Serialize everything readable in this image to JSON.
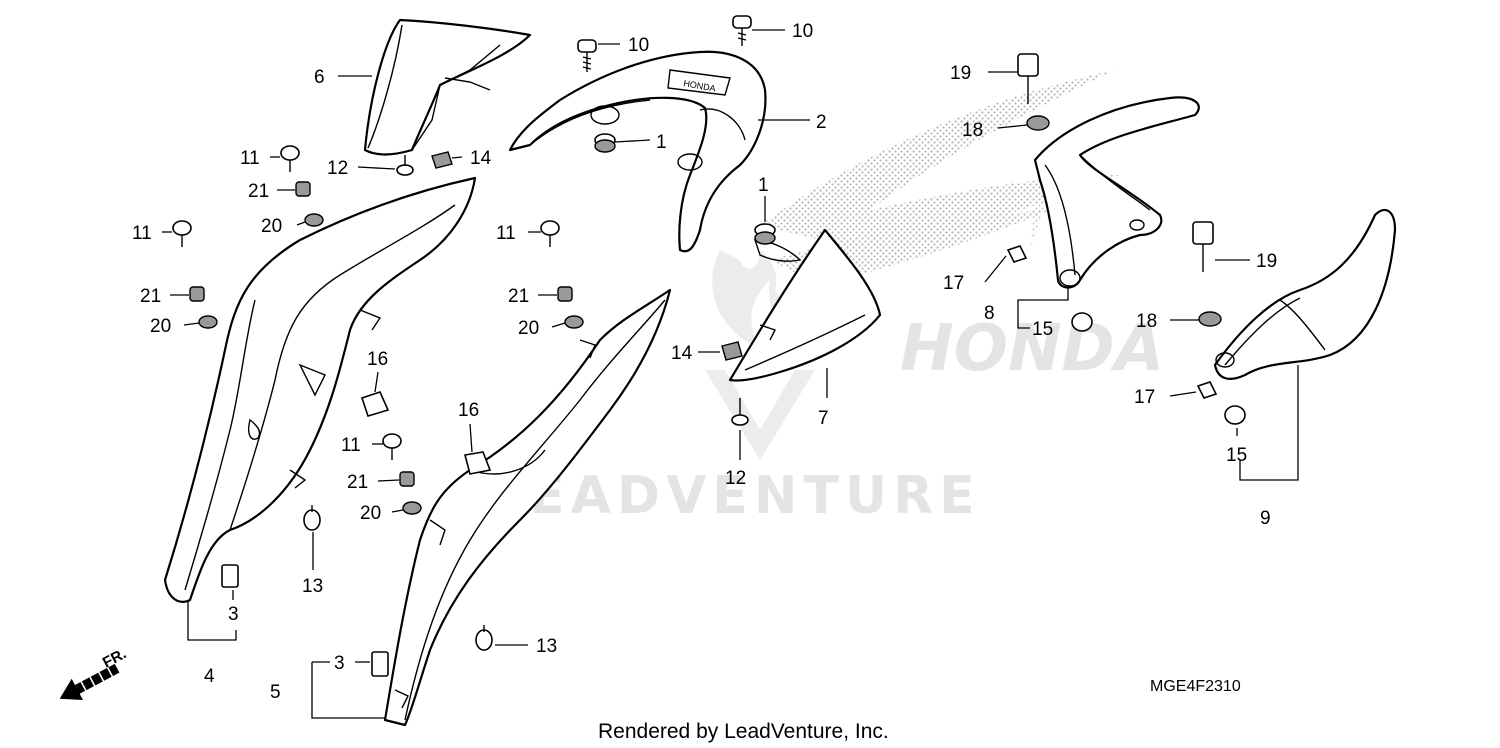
{
  "watermark": {
    "brand": "LEADVENTURE",
    "logo_text": "HONDA"
  },
  "footer": {
    "rendered_by": "Rendered by LeadVenture, Inc.",
    "diagram_code": "MGE4F2310"
  },
  "direction_marker": {
    "label": "FR.",
    "icon": "front-arrow-icon"
  },
  "callouts": {
    "c1a": "1",
    "c1b": "1",
    "c2": "2",
    "c3a": "3",
    "c3b": "3",
    "c4": "4",
    "c5": "5",
    "c6": "6",
    "c7": "7",
    "c8": "8",
    "c9": "9",
    "c10a": "10",
    "c10b": "10",
    "c11a": "11",
    "c11b": "11",
    "c11c": "11",
    "c11d": "11",
    "c12a": "12",
    "c12b": "12",
    "c13a": "13",
    "c13b": "13",
    "c14a": "14",
    "c14b": "14",
    "c15a": "15",
    "c15b": "15",
    "c16a": "16",
    "c16b": "16",
    "c17a": "17",
    "c17b": "17",
    "c18a": "18",
    "c18b": "18",
    "c19a": "19",
    "c19b": "19",
    "c20a": "20",
    "c20b": "20",
    "c20c": "20",
    "c20d": "20",
    "c21a": "21",
    "c21b": "21",
    "c21c": "21",
    "c21d": "21"
  }
}
